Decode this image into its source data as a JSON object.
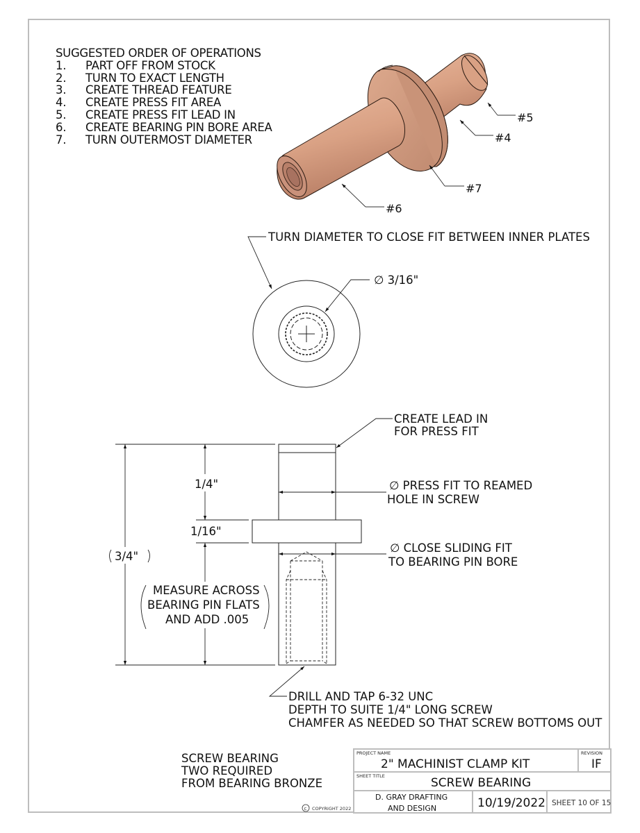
{
  "operations": {
    "title": "SUGGESTED ORDER OF OPERATIONS",
    "steps": [
      {
        "num": "1.",
        "text": "PART OFF FROM STOCK"
      },
      {
        "num": "2.",
        "text": "TURN TO EXACT LENGTH"
      },
      {
        "num": "3.",
        "text": "CREATE THREAD FEATURE"
      },
      {
        "num": "4.",
        "text": "CREATE PRESS FIT AREA"
      },
      {
        "num": "5.",
        "text": "CREATE PRESS FIT LEAD IN"
      },
      {
        "num": "6.",
        "text": "CREATE BEARING PIN BORE AREA"
      },
      {
        "num": "7.",
        "text": "TURN OUTERMOST DIAMETER"
      }
    ]
  },
  "iso_view": {
    "callouts": [
      "#5",
      "#4",
      "#7",
      "#6"
    ],
    "part_color": "#d9a184",
    "part_shadow": "#b77d63"
  },
  "end_view": {
    "note": "TURN DIAMETER TO CLOSE FIT BETWEEN INNER PLATES",
    "bore_dim": "∅ 3/16\""
  },
  "side_view": {
    "lead_in_note": [
      "CREATE LEAD IN",
      "FOR PRESS FIT"
    ],
    "press_fit_note": [
      "∅  PRESS FIT TO REAMED",
      "HOLE IN SCREW"
    ],
    "sliding_fit_note": [
      "∅  CLOSE SLIDING FIT",
      "TO BEARING PIN BORE"
    ],
    "dim_quarter": "1/4\"",
    "dim_sixteenth": "1/16\"",
    "dim_overall": "3/4\"",
    "measure_note": [
      "MEASURE ACROSS",
      "BEARING PIN FLATS",
      "AND ADD .005"
    ],
    "tap_note": [
      "DRILL AND TAP 6-32 UNC",
      "DEPTH TO SUITE 1/4\" LONG SCREW",
      "CHAMFER AS NEEDED SO THAT SCREW BOTTOMS OUT"
    ]
  },
  "part_note": [
    "SCREW BEARING",
    "TWO REQUIRED",
    "FROM BEARING BRONZE"
  ],
  "copyright": "COPYRIGHT 2022",
  "title_block": {
    "project_label": "PROJECT NAME",
    "project_name": "2\" MACHINIST CLAMP KIT",
    "revision_label": "REVISION",
    "revision": "IF",
    "sheet_title_label": "SHEET TITLE",
    "sheet_title": "SCREW BEARING",
    "drafter_line1": "D. GRAY DRAFTING",
    "drafter_line2": "AND DESIGN",
    "date": "10/19/2022",
    "sheet": "SHEET 10 OF 15"
  },
  "colors": {
    "frame": "#bdbdbd",
    "line": "#111111"
  }
}
